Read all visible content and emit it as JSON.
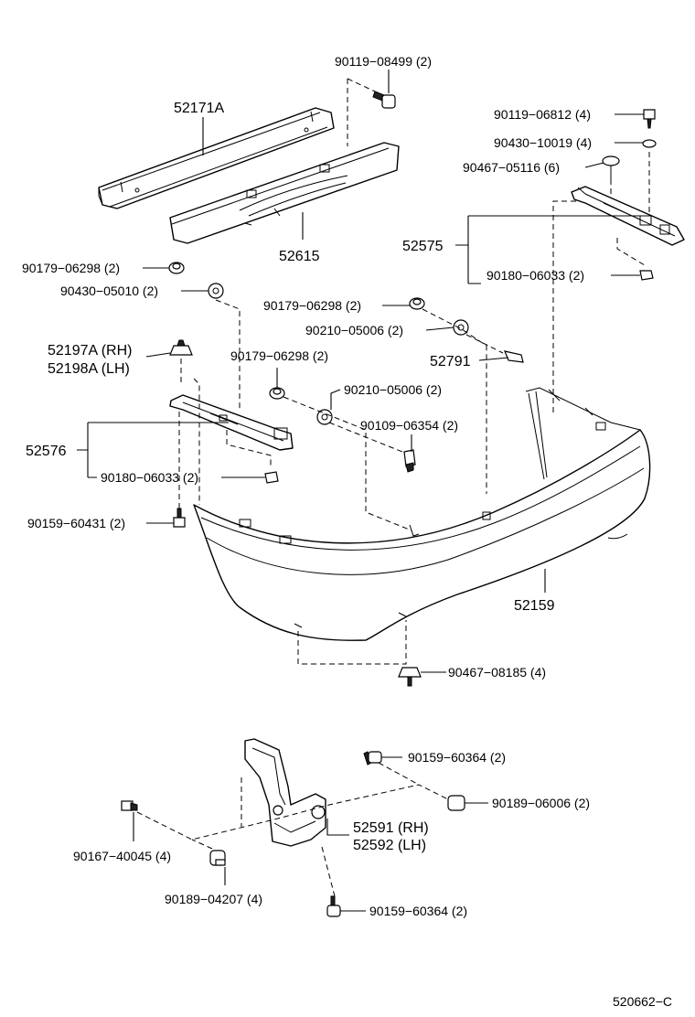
{
  "parts": {
    "p_90119_08499": "90119−08499 (2)",
    "p_52171A": "52171A",
    "p_52615": "52615",
    "p_90119_06812": "90119−06812 (4)",
    "p_90430_10019": "90430−10019 (4)",
    "p_90467_05116": "90467−05116 (6)",
    "p_52575": "52575",
    "p_90180_06033_a": "90180−06033 (2)",
    "p_90179_06298_a": "90179−06298 (2)",
    "p_90430_05010": "90430−05010 (2)",
    "p_90179_06298_b": "90179−06298 (2)",
    "p_90210_05006_a": "90210−05006 (2)",
    "p_52791": "52791",
    "p_52197A": "52197A (RH)",
    "p_52198A": "52198A (LH)",
    "p_90179_06298_c": "90179−06298 (2)",
    "p_90210_05006_b": "90210−05006 (2)",
    "p_90109_06354": "90109−06354 (2)",
    "p_52576": "52576",
    "p_90180_06033_b": "90180−06033 (2)",
    "p_90159_60431": "90159−60431 (2)",
    "p_52159": "52159",
    "p_90467_08185": "90467−08185 (4)",
    "p_90159_60364_a": "90159−60364 (2)",
    "p_90189_06006": "90189−06006 (2)",
    "p_52591": "52591 (RH)",
    "p_52592": "52592 (LH)",
    "p_90167_40045": "90167−40045 (4)",
    "p_90189_04207": "90189−04207 (4)",
    "p_90159_60364_b": "90159−60364 (2)"
  },
  "diagram_code": "520662−C"
}
